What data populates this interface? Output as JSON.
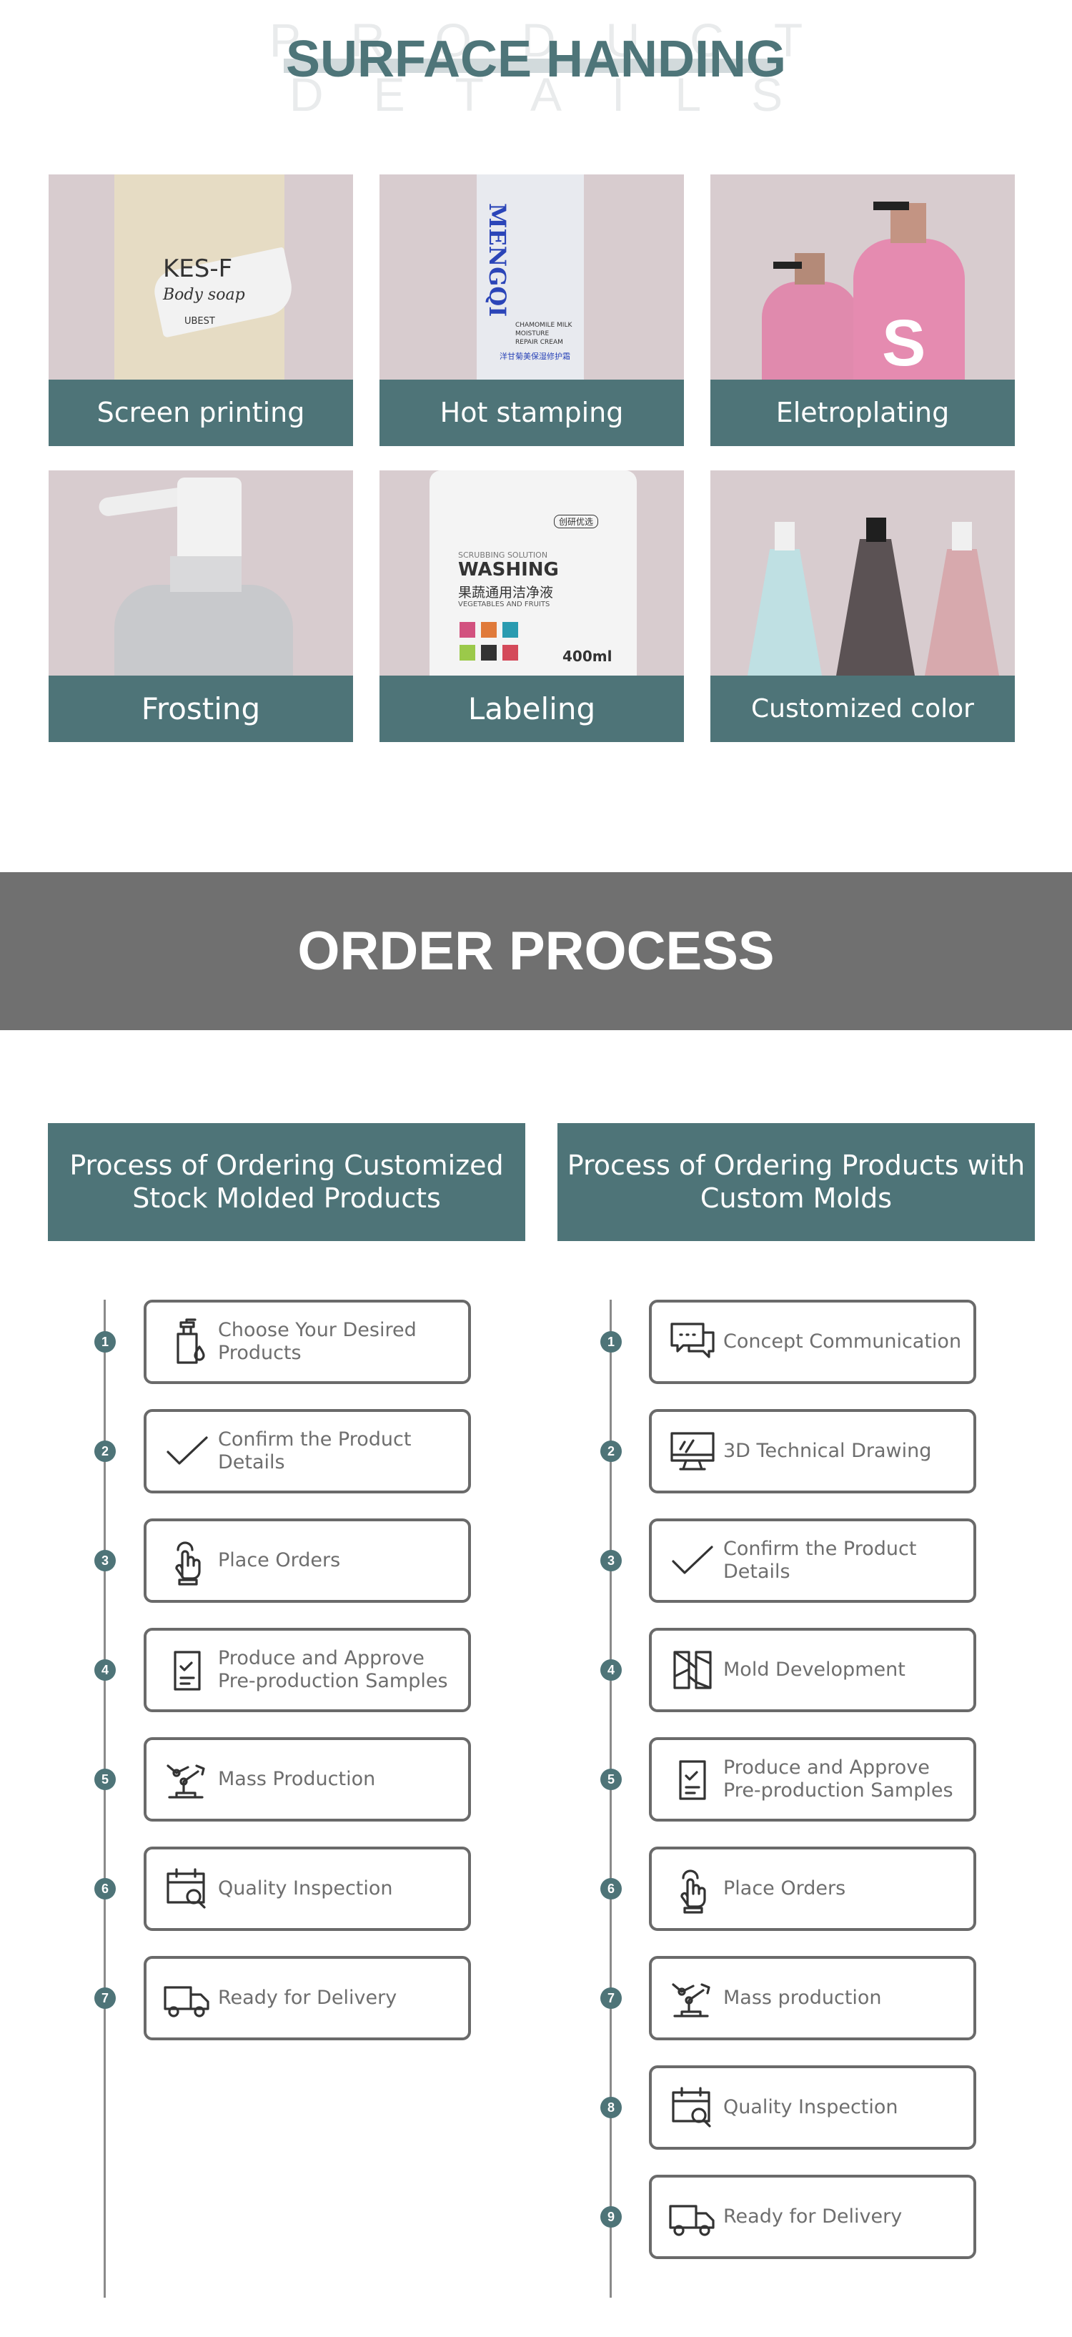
{
  "header": {
    "watermark": "PRODUCT DETAILS",
    "title": "SURFACE HANDING"
  },
  "surface": {
    "tiles": [
      {
        "caption": "Screen printing",
        "product": {
          "brand": "KES-F",
          "script": "Body soap",
          "sub": "UBEST"
        }
      },
      {
        "caption": "Hot stamping",
        "product": {
          "brand": "MENGQI",
          "lines": [
            "CHAMOMILE MILK",
            "MOISTURE",
            "REPAIR CREAM"
          ],
          "cn": "洋甘菊美保湿修护霜"
        }
      },
      {
        "caption": "Eletroplating",
        "product": {
          "letter": "S"
        }
      },
      {
        "caption": "Frosting",
        "product": {}
      },
      {
        "caption": "Labeling",
        "product": {
          "badge": "创研优选",
          "sub": "SCRUBBING SOLUTION",
          "brand": "WASHING",
          "cn": "果蔬通用洁净液",
          "en": "VEGETABLES AND FRUITS",
          "volume": "400ml"
        }
      },
      {
        "caption": "Customized color",
        "product": {}
      }
    ]
  },
  "order": {
    "banner": "ORDER PROCESS",
    "left": {
      "title": "Process of Ordering Customized Stock Molded Products",
      "steps": [
        {
          "num": "1",
          "icon": "pump-bottle-icon",
          "label": "Choose Your Desired Products"
        },
        {
          "num": "2",
          "icon": "checkmark-icon",
          "label": "Confirm the Product Details"
        },
        {
          "num": "3",
          "icon": "tap-hand-icon",
          "label": "Place Orders"
        },
        {
          "num": "4",
          "icon": "checklist-icon",
          "label": "Produce and Approve Pre-production Samples"
        },
        {
          "num": "5",
          "icon": "robot-arm-icon",
          "label": "Mass Production"
        },
        {
          "num": "6",
          "icon": "calendar-search-icon",
          "label": "Quality Inspection"
        },
        {
          "num": "7",
          "icon": "truck-icon",
          "label": "Ready for Delivery"
        }
      ]
    },
    "right": {
      "title": "Process of Ordering Products with Custom Molds",
      "steps": [
        {
          "num": "1",
          "icon": "chat-bubble-icon",
          "label": "Concept Communication"
        },
        {
          "num": "2",
          "icon": "monitor-drawing-icon",
          "label": "3D Technical Drawing"
        },
        {
          "num": "3",
          "icon": "checkmark-icon",
          "label": "Confirm the Product Details"
        },
        {
          "num": "4",
          "icon": "mold-icon",
          "label": "Mold Development"
        },
        {
          "num": "5",
          "icon": "checklist-icon",
          "label": "Produce and Approve Pre-production Samples"
        },
        {
          "num": "6",
          "icon": "tap-hand-icon",
          "label": "Place Orders"
        },
        {
          "num": "7",
          "icon": "robot-arm-icon",
          "label": "Mass production"
        },
        {
          "num": "8",
          "icon": "calendar-search-icon",
          "label": "Quality Inspection"
        },
        {
          "num": "9",
          "icon": "truck-icon",
          "label": "Ready for Delivery"
        }
      ]
    }
  },
  "colors": {
    "teal": "#4e7478",
    "banner_gray": "#707070",
    "box_border": "#6a6a6a"
  }
}
